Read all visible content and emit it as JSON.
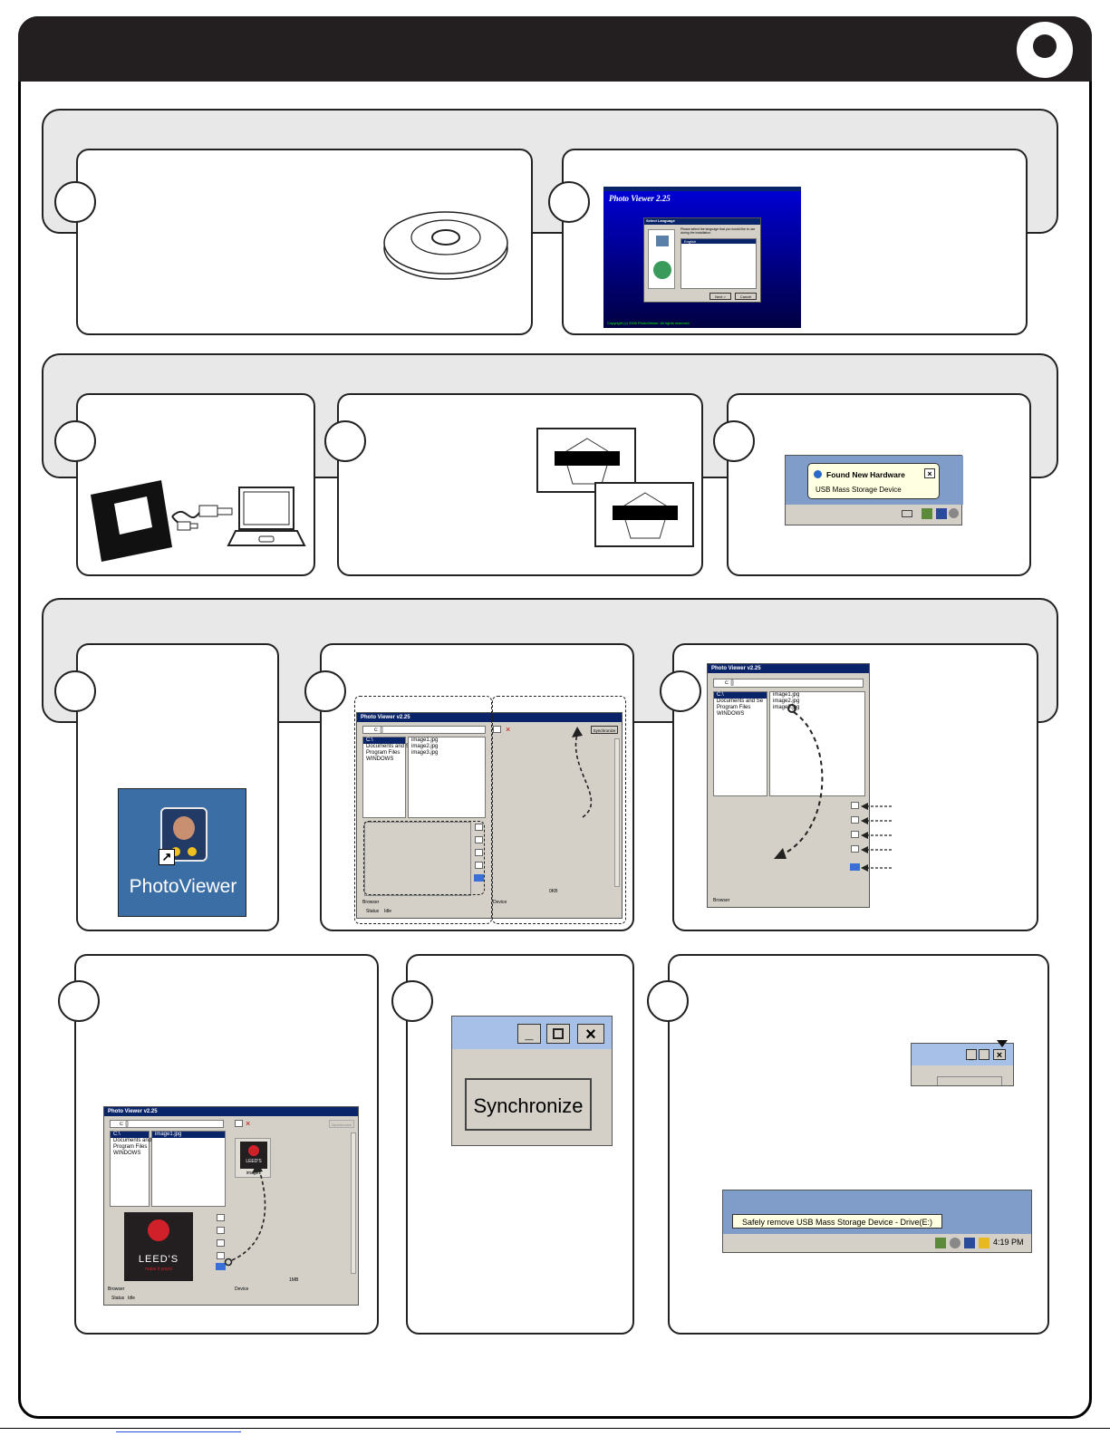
{
  "colors": {
    "header": "#231f20",
    "band": "#e8e8e8",
    "title_blue": "#0a246a",
    "setup_blue": "#0000c8"
  },
  "steps": {
    "installer": {
      "title": "Photo Viewer 2.25",
      "dialog_title": "Select Language",
      "dialog_text": "Please select the language that you would like to use during the installation.",
      "language": "English",
      "next": "Next >",
      "cancel": "Cancel",
      "copyright": "Copyright (c) 2006 PhotoViewer. All rights reserved."
    },
    "found_hardware": {
      "title": "Found New Hardware",
      "subtitle": "USB Mass Storage Device"
    },
    "desktop_icon": {
      "label": "PhotoViewer"
    },
    "app_window": {
      "title": "Photo Viewer v2.25",
      "drive": "c: []",
      "tree": [
        "C:\\",
        "Documents and Se",
        "Program Files",
        "WINDOWS"
      ],
      "files": [
        "image1.jpg",
        "image2.jpg",
        "image3.jpg"
      ],
      "tab_browser": "Browser",
      "tab_device": "Device",
      "status_label": "Status",
      "status_value": "Idle",
      "sync_label": "Synchronize",
      "device_size": "0KB",
      "device_size_used": "1MB",
      "thumb_label": "image1"
    },
    "leeds": {
      "brand": "LEED'S",
      "tagline": "make it yours"
    },
    "sync_button": {
      "label": "Synchronize"
    },
    "safe_remove": {
      "message": "Safely remove USB Mass Storage Device - Drive(E:)",
      "time": "4:19 PM"
    }
  }
}
